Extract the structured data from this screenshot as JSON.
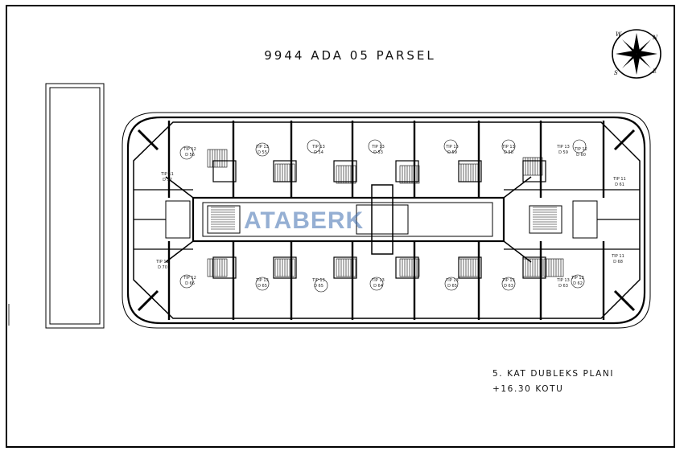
{
  "title": "9944 ADA 05 PARSEL",
  "plan_name": "5. KAT DUBLEKS PLANI",
  "elevation": "+16.30 KOTU",
  "watermark": "ATABERK",
  "compass": {
    "n": "N",
    "s": "S",
    "e": "E",
    "w": "W"
  },
  "units_top": [
    {
      "tip": "TIP 12",
      "no": "D 56"
    },
    {
      "tip": "TIP 13",
      "no": "D 55"
    },
    {
      "tip": "TIP 13",
      "no": "D 54"
    },
    {
      "tip": "TIP 13",
      "no": "D 53"
    },
    {
      "tip": "TIP 13",
      "no": "D 59"
    },
    {
      "tip": "TIP 13",
      "no": "D 58"
    },
    {
      "tip": "TIP 13",
      "no": "D 59"
    },
    {
      "tip": "TIP 12",
      "no": "D 60"
    }
  ],
  "units_bottom": [
    {
      "tip": "TIP 12",
      "no": "D 66"
    },
    {
      "tip": "TIP 13",
      "no": "D 65"
    },
    {
      "tip": "TIP 13",
      "no": "D 65"
    },
    {
      "tip": "TIP 13",
      "no": "D 64"
    },
    {
      "tip": "TIP 13",
      "no": "D 65"
    },
    {
      "tip": "TIP 13",
      "no": "D 63"
    },
    {
      "tip": "TIP 13",
      "no": "D 63"
    },
    {
      "tip": "TIP 12",
      "no": "D 62"
    }
  ],
  "units_side": [
    {
      "tip": "TIP 11",
      "no": "D 57"
    },
    {
      "tip": "TIP 11",
      "no": "D 70"
    },
    {
      "tip": "TIP 11",
      "no": "D 61"
    },
    {
      "tip": "TIP 11",
      "no": "D 68"
    }
  ]
}
